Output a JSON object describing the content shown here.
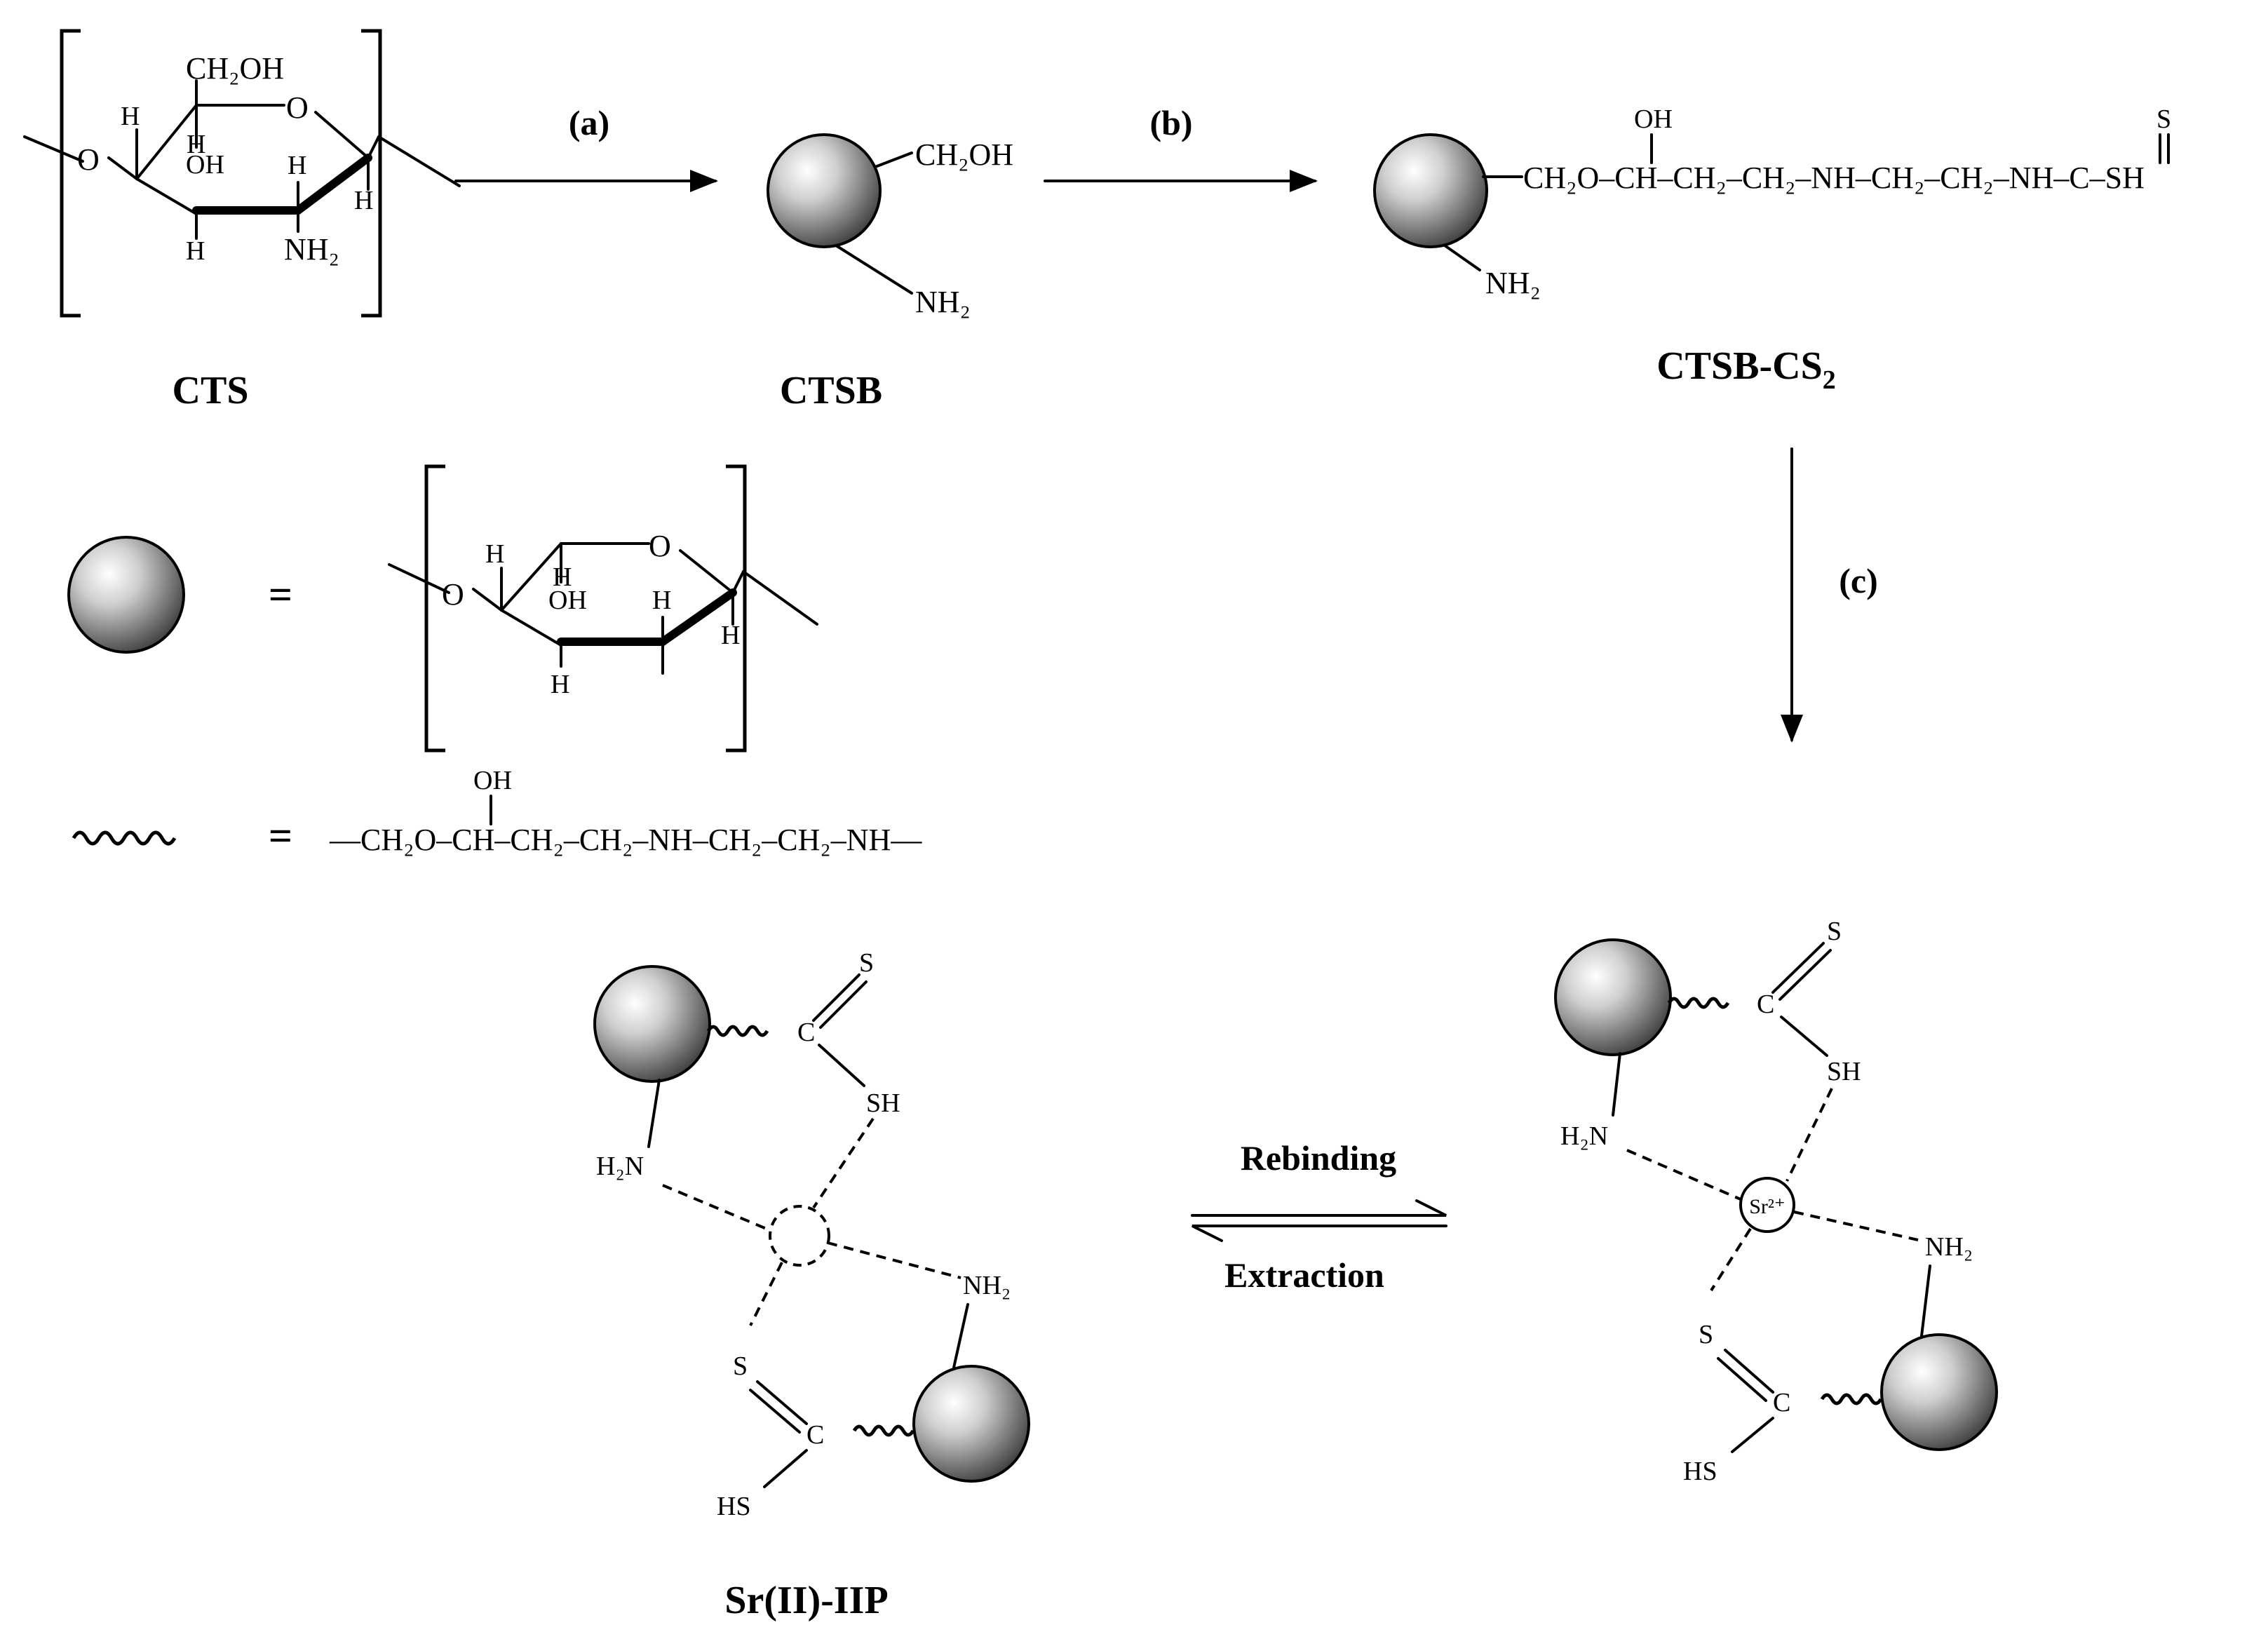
{
  "compounds": {
    "cts": "CTS",
    "ctsb": "CTSB",
    "ctsb_cs2": "CTSB-CS",
    "ctsb_cs2_sub": "2",
    "iip": "Sr(II)-IIP"
  },
  "steps": {
    "a": "(a)",
    "b": "(b)",
    "c": "(c)"
  },
  "equilibrium": {
    "forward": "Rebinding",
    "reverse": "Extraction"
  },
  "atoms": {
    "ch2oh": "CH₂OH",
    "oh": "OH",
    "o": "O",
    "h": "H",
    "nh2": "NH₂",
    "h2n": "H₂N",
    "s": "S",
    "c": "C",
    "sh": "SH",
    "hs": "HS",
    "sr": "Sr²⁺"
  },
  "chains": {
    "ctsb_cs2": "CH₂O–CH–CH₂–CH₂–NH–CH₂–CH₂–NH–C–SH",
    "linker": "—CH₂O–CH–CH₂–CH₂–NH–CH₂–CH₂–NH—"
  },
  "legend": {
    "equals": "="
  },
  "colors": {
    "sphere_light": "#ffffff",
    "sphere_dark": "#3a3a3a",
    "line": "#000000"
  }
}
